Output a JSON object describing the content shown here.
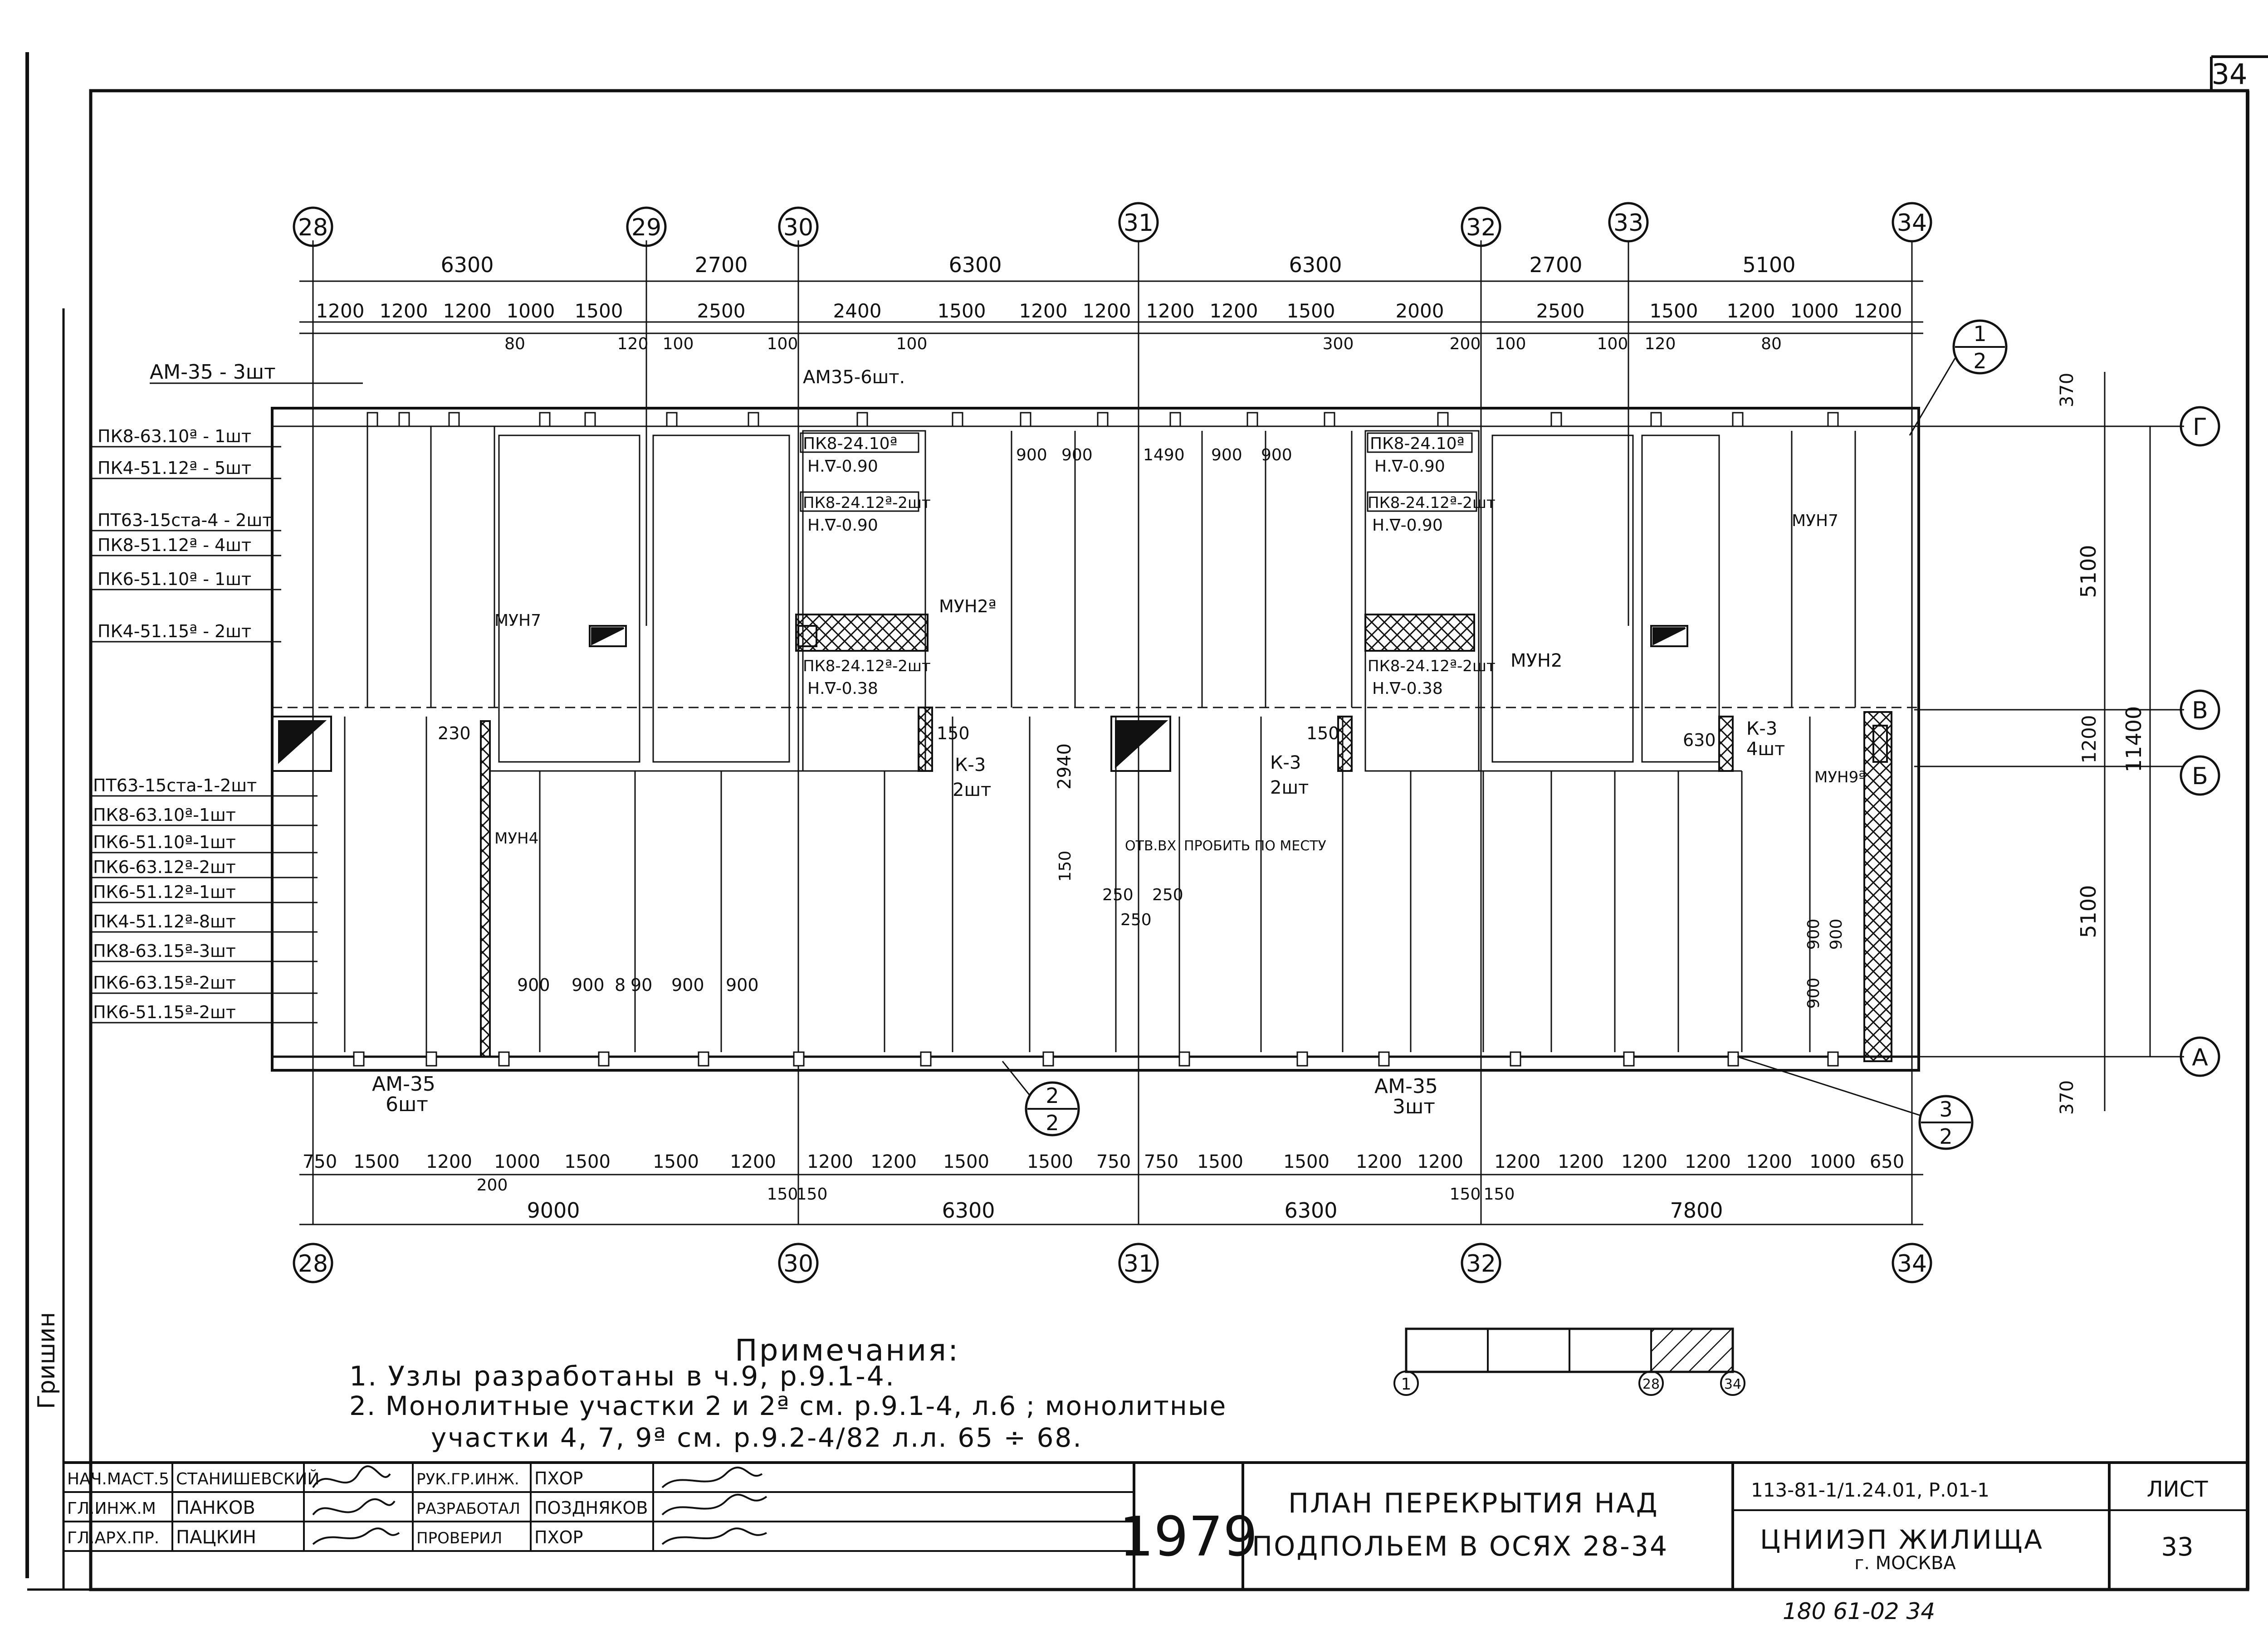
{
  "sheet_number": "34",
  "axes_top": [
    "28",
    "29",
    "30",
    "31",
    "32",
    "33",
    "34"
  ],
  "axes_bottom": [
    "28",
    "30",
    "31",
    "32",
    "34"
  ],
  "axes_right": [
    "Г",
    "В",
    "Б",
    "А"
  ],
  "top_dims_main": [
    "6300",
    "2700",
    "6300",
    "6300",
    "2700",
    "5100"
  ],
  "top_dims_detail": [
    "1200",
    "1200",
    "1200",
    "1000",
    "1500",
    "2500",
    "2400",
    "1500",
    "1200",
    "1200",
    "1200",
    "1200",
    "1500",
    "2000",
    "2500",
    "1500",
    "1200",
    "1000",
    "1200"
  ],
  "top_dims_small": [
    "80",
    "120",
    "100",
    "100",
    "100",
    "300",
    "200",
    "100",
    "100",
    "120",
    "80"
  ],
  "bottom_dims_detail": [
    "750",
    "1500",
    "1200",
    "1000",
    "1500",
    "1500",
    "1200",
    "1200",
    "1200",
    "1500",
    "1500",
    "750",
    "750",
    "1500",
    "1500",
    "1200",
    "1200",
    "1200",
    "1200",
    "1200",
    "1200",
    "1200",
    "1000",
    "650"
  ],
  "bottom_dims_small": [
    "200",
    "150",
    "150",
    "150",
    "150"
  ],
  "bottom_dims_main": [
    "9000",
    "6300",
    "6300",
    "7800"
  ],
  "right_dims": [
    "370",
    "5100",
    "1200",
    "11400",
    "5100",
    "370"
  ],
  "left_labels_top": [
    "АМ-35 - 3шт",
    "ПК8-63.10ª - 1шт",
    "ПК4-51.12ª - 5шт",
    "ПТ63-15ста-4 - 2шт",
    "ПК8-51.12ª - 4шт",
    "ПК6-51.10ª - 1шт",
    "ПК4-51.15ª - 2шт"
  ],
  "left_labels_bottom": [
    "ПТ63-15ста-1-2шт",
    "ПК8-63.10ª-1шт",
    "ПК6-51.10ª-1шт",
    "ПК6-63.12ª-2шт",
    "ПК6-51.12ª-1шт",
    "ПК4-51.12ª-8шт",
    "ПК8-63.15ª-3шт",
    "ПК6-63.15ª-2шт",
    "ПК6-51.15ª-2шт"
  ],
  "plan_labels": {
    "am35_top": "АМ35-6шт.",
    "pk8_2410": "ПК8-24.10ª",
    "hv090": "Н.∇-0.90",
    "pk8_2412": "ПК8-24.12ª-2шт",
    "hv038": "Н.∇-0.38",
    "mun7": "МУН7",
    "mun2a": "МУН2ª",
    "mun2": "МУН2",
    "mun4": "МУН4",
    "mun9a": "МУН9ª",
    "k3_2": "К-3",
    "k3_2sht": "2шт",
    "k3_4sht": "4шт",
    "d150": "150",
    "d230": "230",
    "d630": "630",
    "d2940": "2940",
    "d250": "250",
    "hole": "ОТВ.ВХ",
    "punch": "ПРОБИТЬ ПО МЕСТУ",
    "am35_b1": "АМ-35",
    "sht6": "6шт",
    "am35_b2": "АМ-35",
    "sht3": "3шт",
    "inner_900": [
      "900",
      "900",
      "1490",
      "900",
      "900"
    ],
    "inner_900b": [
      "900",
      "900",
      "8",
      "90",
      "900",
      "900"
    ],
    "inner_900r": [
      "900",
      "900",
      "900"
    ]
  },
  "callouts": [
    {
      "num": "1",
      "den": "2"
    },
    {
      "num": "2",
      "den": "2"
    },
    {
      "num": "3",
      "den": "2"
    }
  ],
  "notes": {
    "title": "Примечания:",
    "line1": "1. Узлы разработаны в ч.9, р.9.1-4.",
    "line2": "2. Монолитные участки 2 и 2ª см. р.9.1-4, л.6 ; монолитные",
    "line3": "участки 4, 7, 9ª см. р.9.2-4/82 л.л. 65 ÷ 68."
  },
  "key_plan": {
    "start": "1",
    "mid": "28",
    "end": "34"
  },
  "side_stamp": "Гришин",
  "title_block": {
    "roles": [
      "НАЧ.МАСТ.5",
      "ГЛ.ИНЖ.М",
      "ГЛ.АРХ.ПР."
    ],
    "names": [
      "СТАНИШЕВСКИЙ",
      "ПАНКОВ",
      "ПАЦКИН"
    ],
    "roles2": [
      "РУК.ГР.ИНЖ.",
      "РАЗРАБОТАЛ",
      "ПРОВЕРИЛ"
    ],
    "names2": [
      "ПХОР",
      "ПОЗДНЯКОВ",
      "ПХОР"
    ],
    "year": "1979",
    "title_line1": "ПЛАН ПЕРЕКРЫТИЯ НАД",
    "title_line2": "ПОДПОЛЬЕМ В ОСЯХ 28-34",
    "code": "113-81-1/1.24.01, Р.01-1",
    "org": "ЦНИИЭП ЖИЛИЩА",
    "city": "г. МОСКВА",
    "sheet_label": "ЛИСТ",
    "sheet_value": "33"
  },
  "footer_scribble": "180 61-02      34"
}
